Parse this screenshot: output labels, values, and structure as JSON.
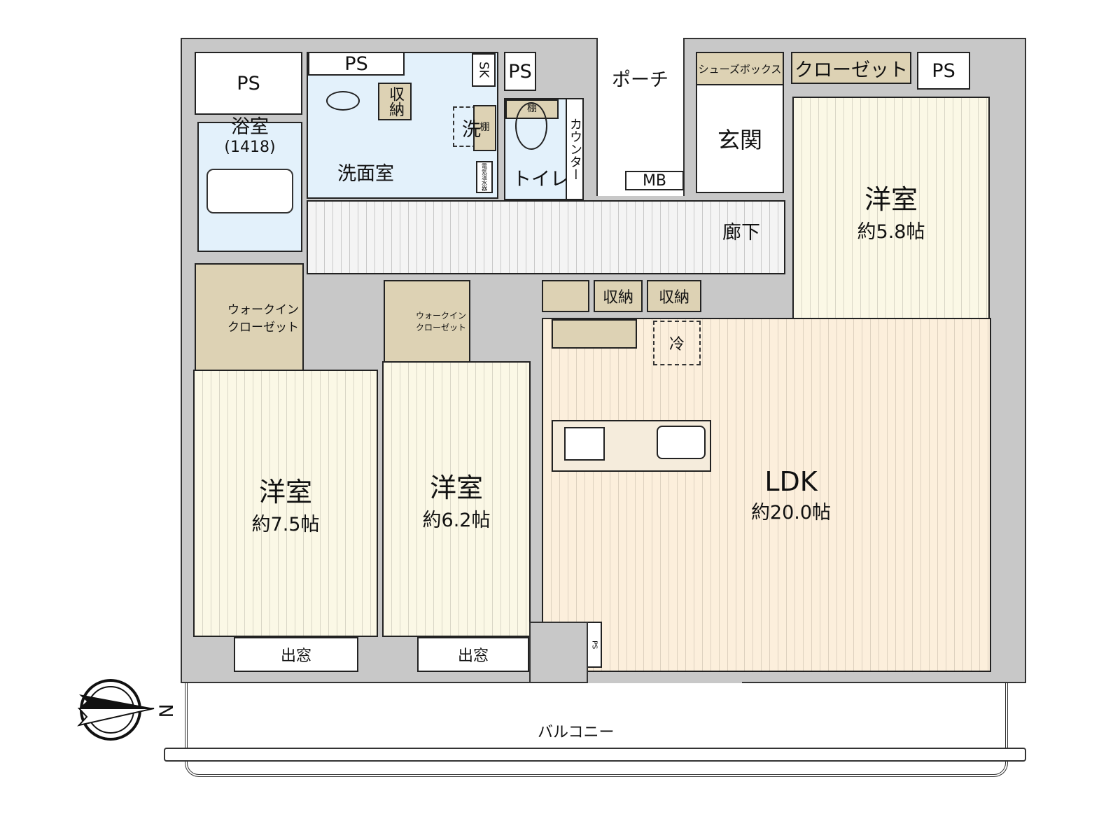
{
  "rooms": {
    "ps_1": "PS",
    "ps_2": "PS",
    "ps_3": "PS",
    "ps_4": "PS",
    "ps_5": "PS",
    "sk": "SK",
    "bath": "浴室",
    "bath_size": "(1418)",
    "washroom": "洗面室",
    "storage_wash": "収納",
    "washer": "洗",
    "shelf": "棚",
    "shelf_toilet": "棚",
    "water_heater": "電気温水器",
    "toilet": "トイレ",
    "counter": "カウンター",
    "porch": "ポーチ",
    "entrance": "玄関",
    "shoe_box": "シューズボックス",
    "mb": "MB",
    "closet": "クローゼット",
    "hallway": "廊下",
    "bedroom_ne": {
      "name": "洋室",
      "size": "約5.8帖"
    },
    "bedroom_w": {
      "name": "洋室",
      "size": "約7.5帖"
    },
    "bedroom_c": {
      "name": "洋室",
      "size": "約6.2帖"
    },
    "wic": "ウォークイン\nクローゼット",
    "storage": "収納",
    "fridge": "冷",
    "ldk": {
      "name": "LDK",
      "size": "約20.0帖"
    },
    "bay_window": "出窓",
    "balcony": "バルコニー"
  },
  "compass": {
    "label": "N"
  },
  "colors": {
    "wall": "#c8c8c8",
    "wet_area": "#e3f1fb",
    "storage": "#ddd2b4",
    "bedroom": "#fbf8e6",
    "ldk": "#fcefdc"
  }
}
